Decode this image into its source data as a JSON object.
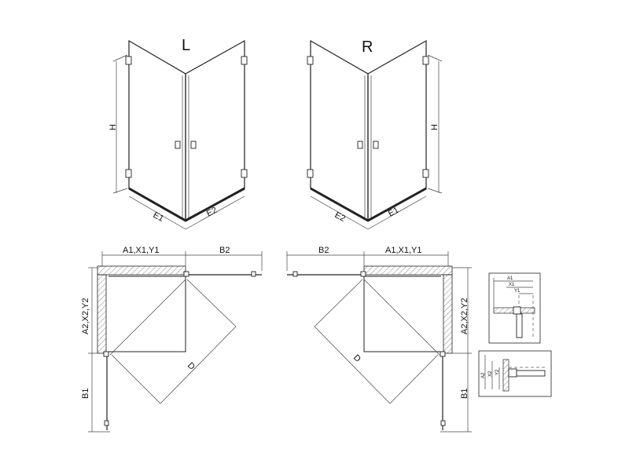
{
  "views": {
    "left_label": "L",
    "right_label": "R"
  },
  "dimensions": {
    "height": "H",
    "e1": "E1",
    "e2": "E2",
    "a1x1y1": "A1,X1,Y1",
    "a2x2y2": "A2,X2,Y2",
    "b1": "B1",
    "b2": "B2",
    "diagonal": "D"
  },
  "details": {
    "a1": "A1",
    "x1": "X1",
    "y1": "Y1",
    "a2": "A2",
    "x2": "X2",
    "y2": "Y2"
  }
}
